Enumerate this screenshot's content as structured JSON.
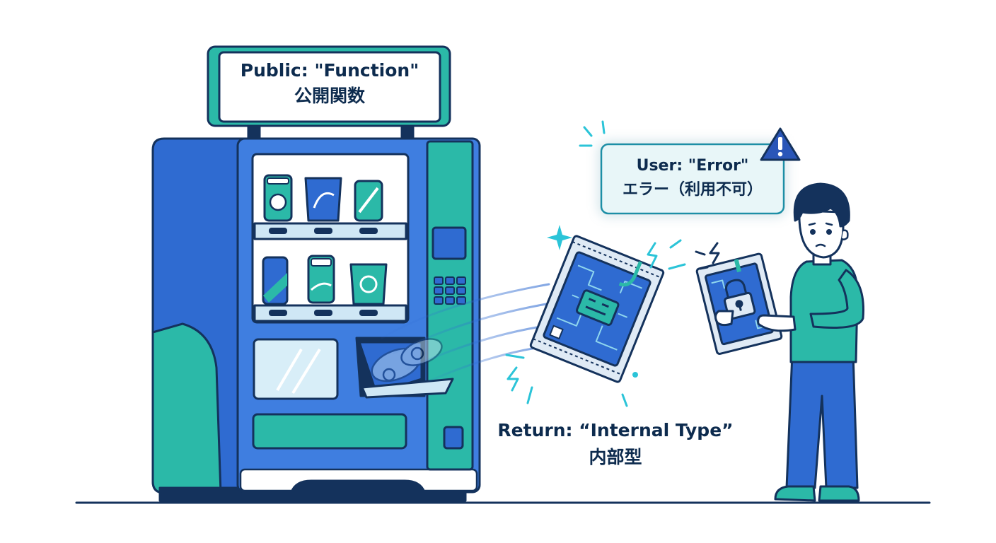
{
  "sign": {
    "line1": "Public: \"Function\"",
    "line2": "公開関数"
  },
  "return_label": {
    "line1": "Return: “Internal Type”",
    "line2": "内部型"
  },
  "user_bubble": {
    "line1": "User: \"Error\"",
    "line2": "エラー（利用不可）"
  },
  "icons": {
    "warning": "warning-triangle-icon",
    "lock": "padlock-icon"
  },
  "colors": {
    "navy": "#14325c",
    "blue": "#2f6bd1",
    "teal": "#2bb9a8",
    "ink": "#0d2b4e"
  }
}
